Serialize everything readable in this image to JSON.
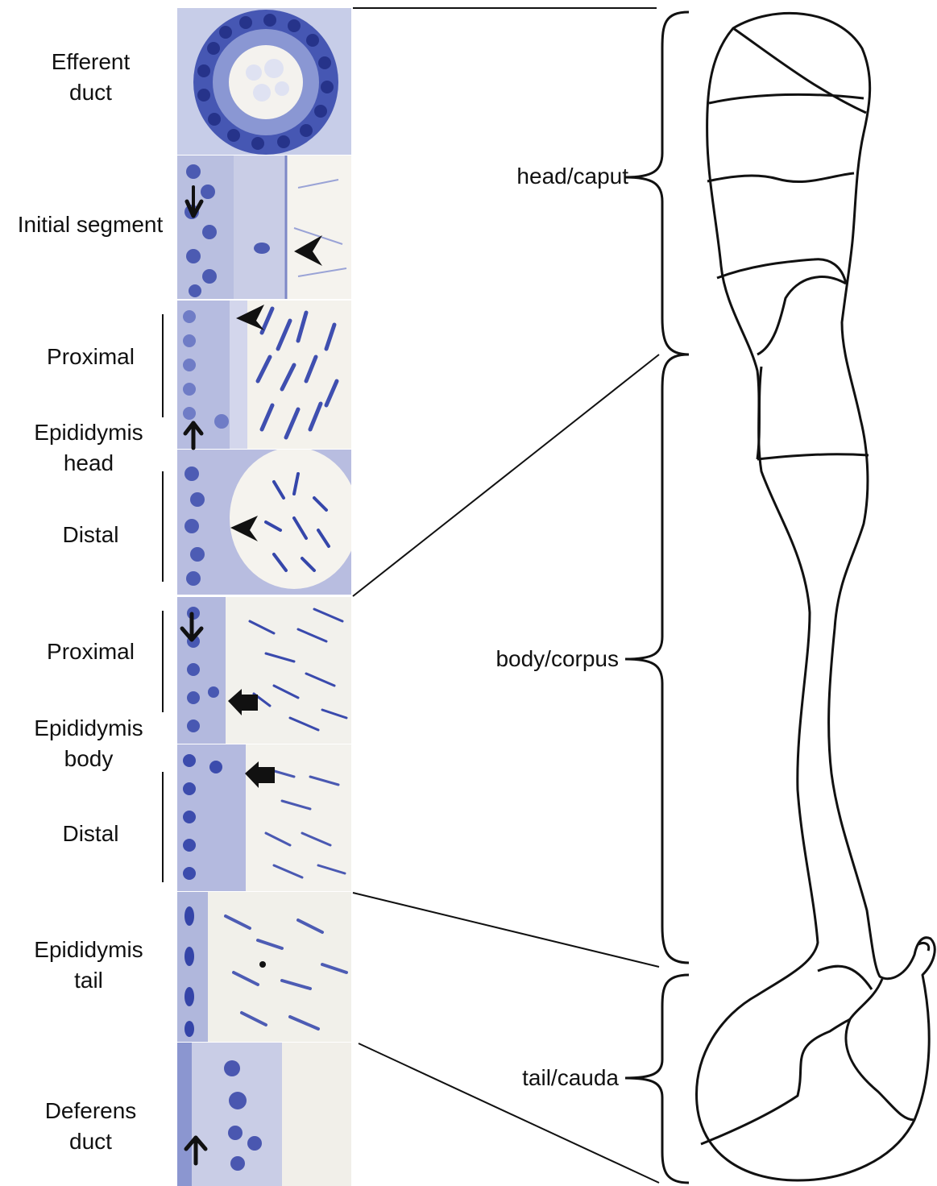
{
  "left_labels": [
    {
      "id": "efferent",
      "text": "Efferent\nduct"
    },
    {
      "id": "initial",
      "text": "Initial segment"
    },
    {
      "id": "head-proximal",
      "text": "Proximal"
    },
    {
      "id": "head-title",
      "text": "Epididymis\nhead"
    },
    {
      "id": "head-distal",
      "text": "Distal"
    },
    {
      "id": "body-proximal",
      "text": "Proximal"
    },
    {
      "id": "body-title",
      "text": "Epididymis\nbody"
    },
    {
      "id": "body-distal",
      "text": "Distal"
    },
    {
      "id": "tail-title",
      "text": "Epididymis\ntail"
    },
    {
      "id": "deferens",
      "text": "Deferens\nduct"
    }
  ],
  "region_labels": {
    "head": "head/caput",
    "body": "body/corpus",
    "tail": "tail/cauda"
  },
  "colors": {
    "stain_dark": "#2f3e9c",
    "stain_mid": "#5b6cc4",
    "stain_light": "#a9b3e0",
    "background_tissue": "#f3f1ea",
    "outline": "#111111"
  },
  "panels": [
    {
      "id": "efferent-duct",
      "marker": "none"
    },
    {
      "id": "initial-segment",
      "marker": "arrow-and-arrowhead"
    },
    {
      "id": "head-proximal",
      "marker": "arrowhead-and-arrow"
    },
    {
      "id": "head-distal",
      "marker": "arrowhead"
    },
    {
      "id": "body-proximal",
      "marker": "arrow-and-thick-arrow"
    },
    {
      "id": "body-distal",
      "marker": "thick-arrow"
    },
    {
      "id": "tail",
      "marker": "dot"
    },
    {
      "id": "deferens-duct",
      "marker": "arrow"
    }
  ]
}
